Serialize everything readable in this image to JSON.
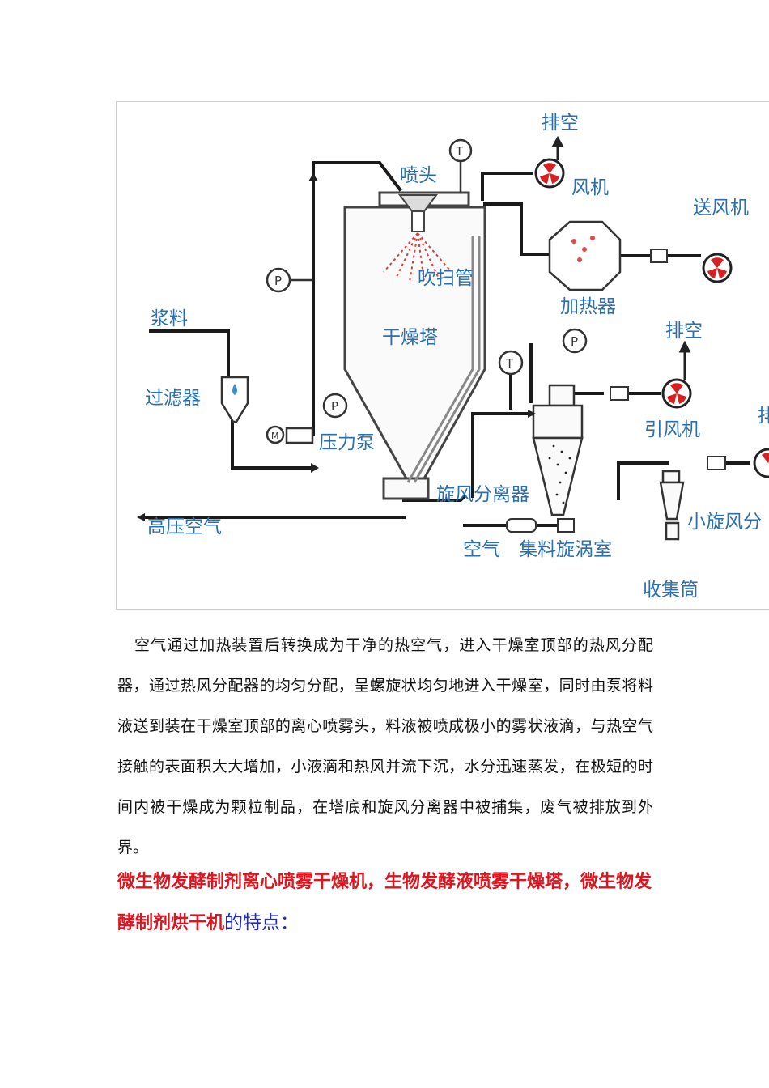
{
  "figure": {
    "labels": {
      "exhaust_top": "排空",
      "nozzle": "喷头",
      "fan": "风机",
      "supply_fan": "送风机",
      "blow_pipe": "吹扫管",
      "heater": "加热器",
      "slurry": "浆料",
      "drying_tower": "干燥塔",
      "exhaust_mid": "排空",
      "filter": "过滤器",
      "induced_fan": "引风机",
      "pressure_pump": "压力泵",
      "edge_char": "排",
      "cyclone": "旋风分离器",
      "high_pressure_air": "高压空气",
      "small_cyclone": "小旋风分",
      "air": "空气",
      "vortex_chamber": "集料旋涡室",
      "collector": "收集筒"
    },
    "gauge_T": "T",
    "gauge_P": "P",
    "motor_M": "M"
  },
  "paragraph": "空气通过加热装置后转换成为干净的热空气，进入干燥室顶部的热风分配器，通过热风分配器的均匀分配，呈螺旋状均匀地进入干燥室，同时由泵将料液送到装在干燥室顶部的离心喷雾头，料液被喷成极小的雾状液滴，与热空气接触的表面积大大增加，小液滴和热风并流下沉，水分迅速蒸发，在极短的时间内被干燥成为颗粒制品，在塔底和旋风分离器中被捕集，废气被排放到外界。",
  "heading": {
    "red_part": "微生物发酵制剂离心喷雾干燥机，生物发酵液喷雾干燥塔，微生物发酵制剂烘干机",
    "blue_part": "的特点："
  }
}
